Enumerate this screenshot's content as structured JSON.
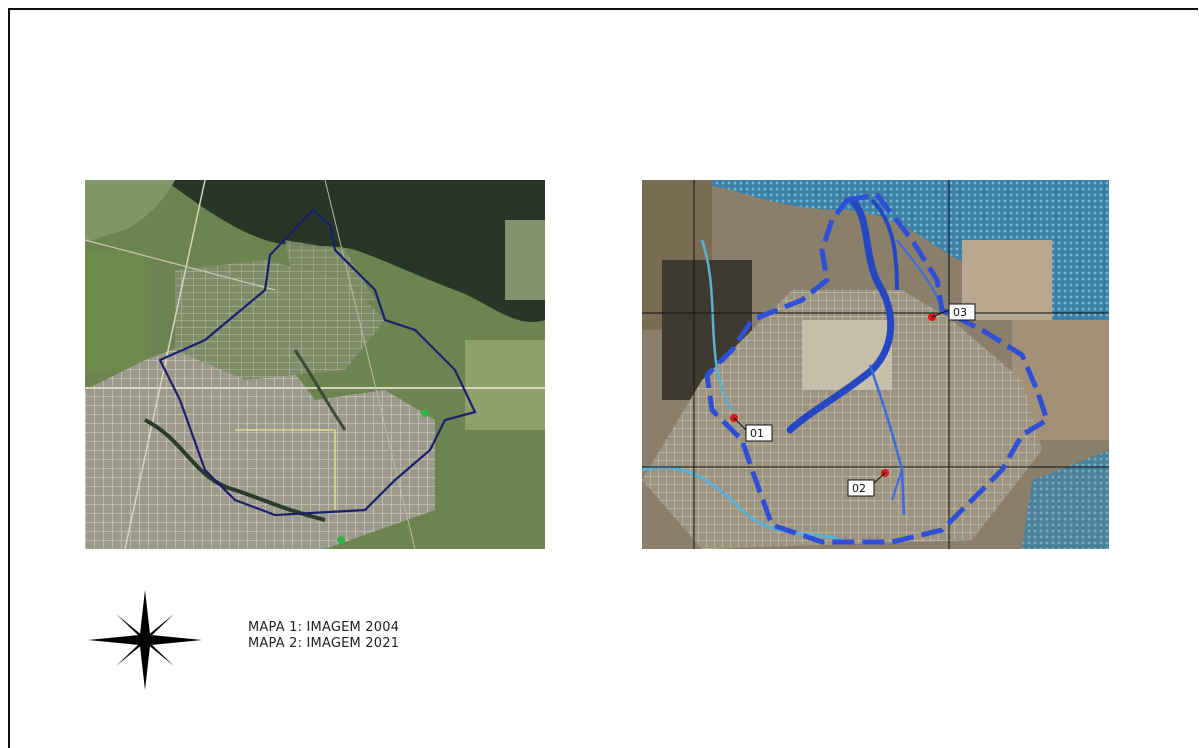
{
  "legend": {
    "line1": "MAPA 1: IMAGEM 2004",
    "line2": "MAPA 2: IMAGEM 2021"
  },
  "maps": [
    {
      "id": "mapa-1",
      "boundary_color": "#1b1f6e",
      "style": "satellite-2004"
    },
    {
      "id": "mapa-2",
      "boundary_color": "#2f4fd6",
      "style": "satellite-2021",
      "points": [
        {
          "label": "01"
        },
        {
          "label": "02"
        },
        {
          "label": "03"
        }
      ]
    }
  ],
  "colors": {
    "forest_dark": "#2c3a2a",
    "field_green": "#6f8a55",
    "urban": "#a9a79a",
    "water_blue": "#4f9fc4",
    "point_red": "#d01c1c"
  },
  "icons": [
    "compass-rose-icon"
  ]
}
